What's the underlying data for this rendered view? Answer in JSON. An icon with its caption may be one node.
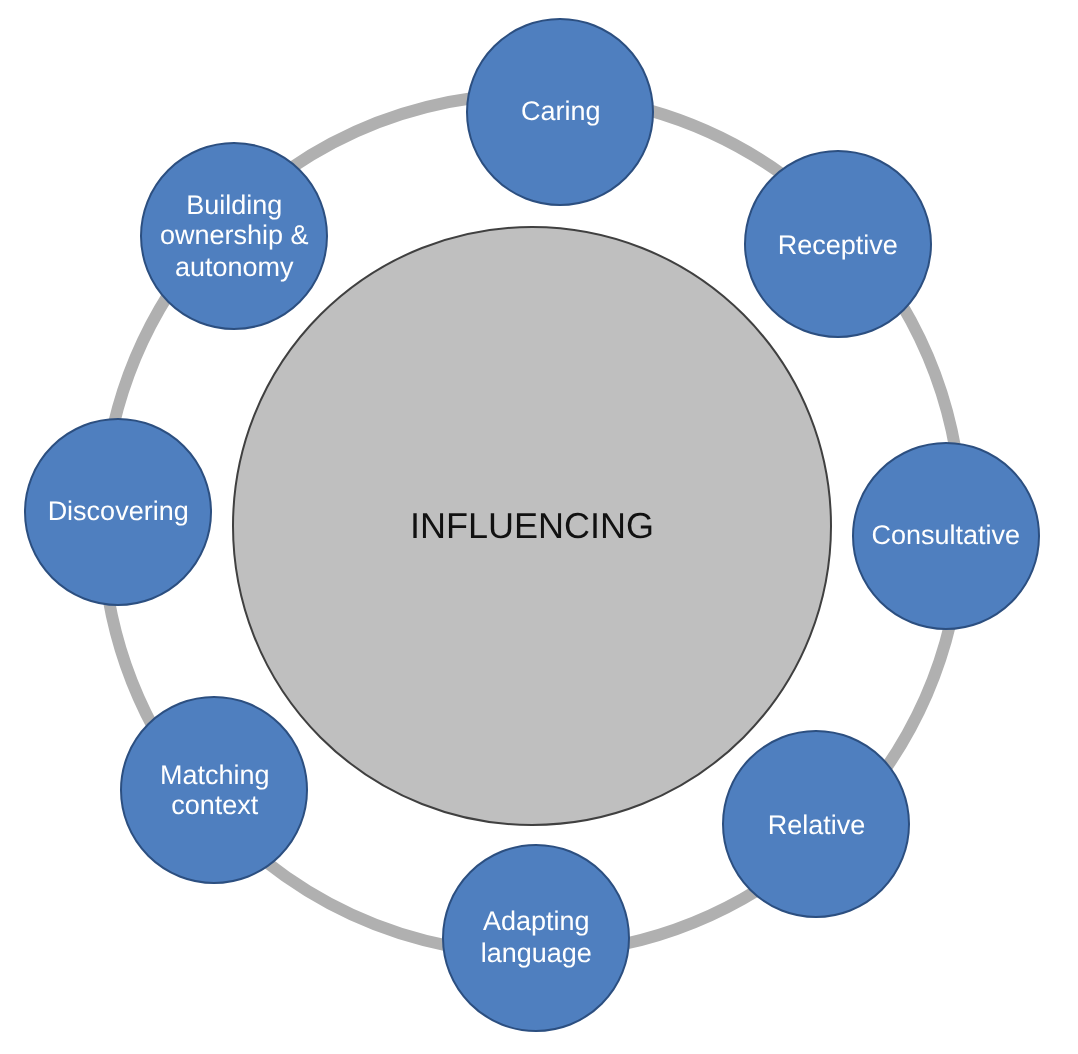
{
  "diagram": {
    "nodes": [
      {
        "text": [
          "INFLUENCING"
        ]
      },
      {
        "text": [
          "Caring"
        ]
      },
      {
        "text": [
          "Receptive"
        ]
      },
      {
        "text": [
          "Consultative"
        ]
      },
      {
        "text": [
          "Relative"
        ]
      },
      {
        "text": [
          "Adapting language"
        ]
      },
      {
        "text": [
          "Matching context"
        ]
      },
      {
        "text": [
          "Discovering"
        ]
      },
      {
        "text": [
          "Building ownership & autonomy"
        ]
      }
    ],
    "edges": [
      {
        "from": 1,
        "to": 2,
        "arrow": "none"
      },
      {
        "from": 2,
        "to": 3,
        "arrow": "none"
      },
      {
        "from": 3,
        "to": 4,
        "arrow": "none"
      },
      {
        "from": 4,
        "to": 5,
        "arrow": "none"
      },
      {
        "from": 5,
        "to": 6,
        "arrow": "none"
      },
      {
        "from": 6,
        "to": 7,
        "arrow": "none"
      },
      {
        "from": 7,
        "to": 8,
        "arrow": "none"
      },
      {
        "from": 8,
        "to": 1,
        "arrow": "none"
      }
    ]
  }
}
